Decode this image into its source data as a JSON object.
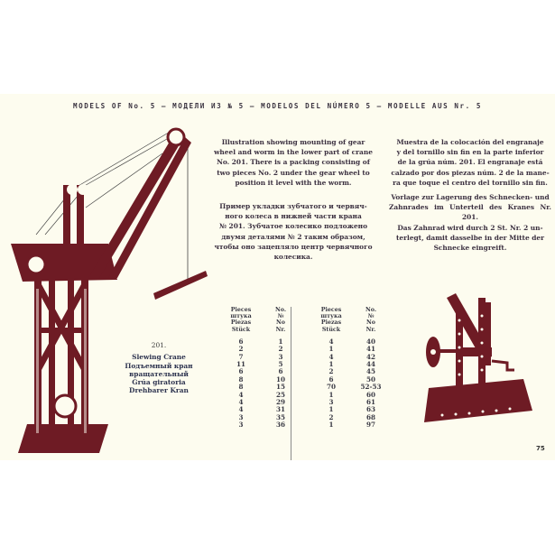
{
  "header": {
    "title": "MODELS OF No. 5 — МОДЕЛИ ИЗ № 5 — MODELOS DEL NÚMERO 5 — MODELLE AUS Nr. 5"
  },
  "descriptions": {
    "english": [
      "Illustration showing mounting of gear",
      "wheel and worm in the lower part of crane",
      "No. 201. There is a packing consisting of",
      "two pieces No. 2 under the gear wheel to",
      "position it level with the worm."
    ],
    "russian": [
      "Пример укладки зубчатого и червяч-",
      "ного колеса в нижней части крана",
      "№ 201. Зубчатое колесико подложено",
      "двумя деталями № 2 таким образом,",
      "чтобы оно зацепляло центр червячного",
      "колесика."
    ],
    "spanish": [
      "Muestra de la colocación del engranaje",
      "y del tornillo sin fin en la parte inferior",
      "de la grúa núm. 201. El engranaje está",
      "calzado por dos piezas núm. 2 de la mane-",
      "ra que toque el centro del tornillo sin fin."
    ],
    "german": [
      "Vorlage zur Lagerung des Schnecken- und",
      "Zahnrades im Unterteil des Kranes Nr. 201.",
      "Das Zahnrad wird durch 2 St. Nr. 2 un-",
      "terlegt, damit dasselbe in der Mitte der",
      "Schnecke eingreift."
    ]
  },
  "caption": {
    "number": "201.",
    "lines": [
      "Slewing Crane",
      "Подъемный кран",
      "вращательный",
      "Grúa giratoria",
      "Drehbarer Kran"
    ]
  },
  "parts_table": {
    "headers": {
      "count": [
        "Pieces",
        "штука",
        "Piezas",
        "Stück"
      ],
      "number": [
        "No.",
        "№",
        "No",
        "Nr."
      ]
    },
    "left": [
      {
        "count": "6",
        "no": "1"
      },
      {
        "count": "2",
        "no": "2"
      },
      {
        "count": "7",
        "no": "3"
      },
      {
        "count": "11",
        "no": "5"
      },
      {
        "count": "6",
        "no": "6"
      },
      {
        "count": "8",
        "no": "10"
      },
      {
        "count": "8",
        "no": "15"
      },
      {
        "count": "4",
        "no": "25"
      },
      {
        "count": "4",
        "no": "29"
      },
      {
        "count": "4",
        "no": "31"
      },
      {
        "count": "3",
        "no": "35"
      },
      {
        "count": "3",
        "no": "36"
      }
    ],
    "right": [
      {
        "count": "4",
        "no": "40"
      },
      {
        "count": "1",
        "no": "41"
      },
      {
        "count": "4",
        "no": "42"
      },
      {
        "count": "1",
        "no": "44"
      },
      {
        "count": "2",
        "no": "45"
      },
      {
        "count": "6",
        "no": "50"
      },
      {
        "count": "70",
        "no": "52-53"
      },
      {
        "count": "1",
        "no": "60"
      },
      {
        "count": "3",
        "no": "61"
      },
      {
        "count": "1",
        "no": "63"
      },
      {
        "count": "2",
        "no": "68"
      },
      {
        "count": "1",
        "no": "97"
      }
    ]
  },
  "page_number": "75",
  "colors": {
    "paper": "#fdfcef",
    "ink_maroon": "#6e1b24",
    "text": "#3b3040"
  }
}
